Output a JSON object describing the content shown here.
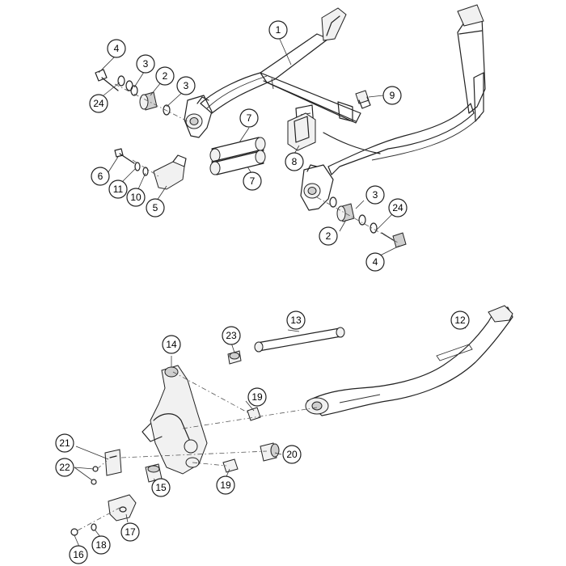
{
  "callouts": [
    {
      "id": "c1",
      "label": "1"
    },
    {
      "id": "c4a",
      "label": "4"
    },
    {
      "id": "c3a",
      "label": "3"
    },
    {
      "id": "c2a",
      "label": "2"
    },
    {
      "id": "c3b",
      "label": "3"
    },
    {
      "id": "c24a",
      "label": "24"
    },
    {
      "id": "c9",
      "label": "9"
    },
    {
      "id": "c7a",
      "label": "7"
    },
    {
      "id": "c7b",
      "label": "7"
    },
    {
      "id": "c8",
      "label": "8"
    },
    {
      "id": "c6",
      "label": "6"
    },
    {
      "id": "c11",
      "label": "11"
    },
    {
      "id": "c10",
      "label": "10"
    },
    {
      "id": "c5",
      "label": "5"
    },
    {
      "id": "c3c",
      "label": "3"
    },
    {
      "id": "c24b",
      "label": "24"
    },
    {
      "id": "c2b",
      "label": "2"
    },
    {
      "id": "c4b",
      "label": "4"
    },
    {
      "id": "c13",
      "label": "13"
    },
    {
      "id": "c12",
      "label": "12"
    },
    {
      "id": "c23",
      "label": "23"
    },
    {
      "id": "c14",
      "label": "14"
    },
    {
      "id": "c19a",
      "label": "19"
    },
    {
      "id": "c20",
      "label": "20"
    },
    {
      "id": "c21",
      "label": "21"
    },
    {
      "id": "c22",
      "label": "22"
    },
    {
      "id": "c15",
      "label": "15"
    },
    {
      "id": "c19b",
      "label": "19"
    },
    {
      "id": "c17",
      "label": "17"
    },
    {
      "id": "c16",
      "label": "16"
    },
    {
      "id": "c18",
      "label": "18"
    }
  ]
}
